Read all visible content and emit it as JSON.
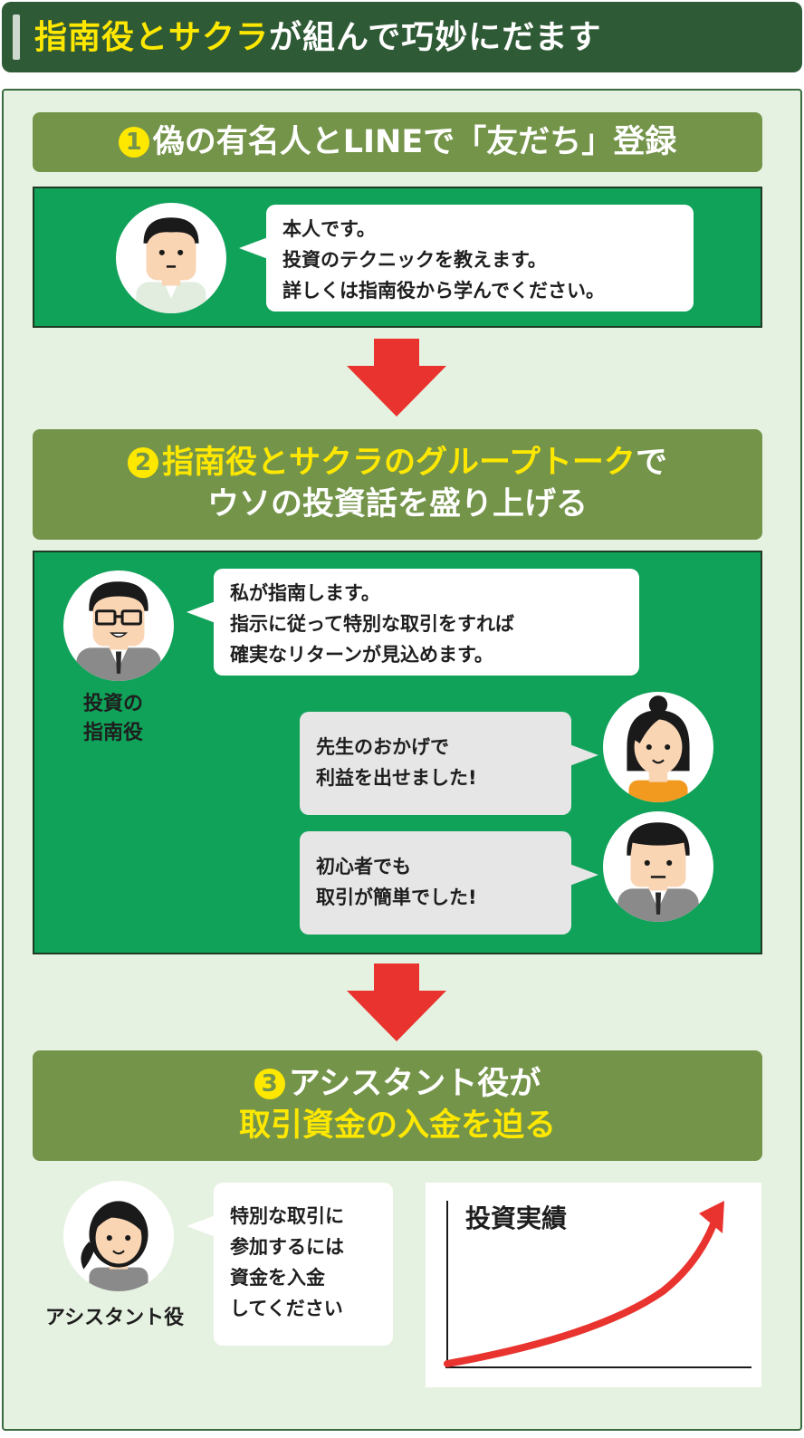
{
  "title": {
    "highlight": "指南役とサクラ",
    "rest": "が組んで巧妙にだます"
  },
  "step1": {
    "number": "1",
    "heading": "偽の有名人とLINEで「友だち」登録",
    "bubble": [
      "本人です。",
      "投資のテクニックを教えます。",
      "詳しくは指南役から学んでください。"
    ]
  },
  "step2": {
    "number": "2",
    "heading_line1_highlight": "指南役とサクラのグループトーク",
    "heading_line1_rest": "で",
    "heading_line2": "ウソの投資話を盛り上げる",
    "guide_bubble": [
      "私が指南します。",
      "指示に従って特別な取引をすれば",
      "確実なリターンが見込めます。"
    ],
    "guide_label": [
      "投資の",
      "指南役"
    ],
    "sakura1_bubble": [
      "先生のおかげで",
      "利益を出せました!"
    ],
    "sakura2_bubble": [
      "初心者でも",
      "取引が簡単でした!"
    ]
  },
  "step3": {
    "number": "3",
    "heading_line1": "アシスタント役が",
    "heading_line2_highlight": "取引資金の入金を迫る",
    "bubble": [
      "特別な取引に",
      "参加するには",
      "資金を入金",
      "してください"
    ],
    "assistant_label": "アシスタント役",
    "chart_title": "投資実績"
  },
  "colors": {
    "title_bg": "#2f5a36",
    "highlight": "#ffe800",
    "step_header": "#74944a",
    "chat_green": "#10a259",
    "panel_bg": "#e6f2e1",
    "arrow_red": "#e8332e"
  },
  "icons": {
    "arrow": "red-down-arrow",
    "celebrity": "man-avatar",
    "guide": "glasses-man-avatar",
    "sakura1": "woman-bun-avatar",
    "sakura2": "man-avatar",
    "assistant": "woman-ponytail-avatar"
  }
}
